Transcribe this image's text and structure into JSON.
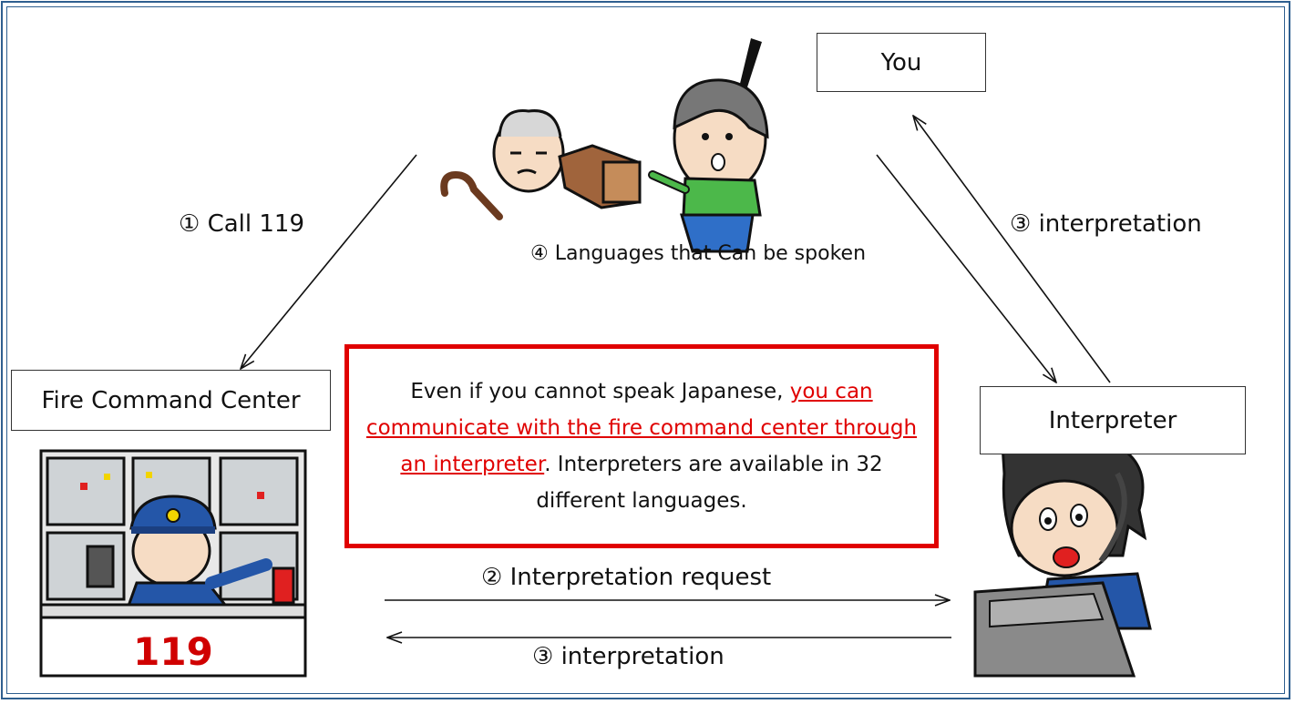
{
  "nodes": {
    "you": "You",
    "fire_center": "Fire Command Center",
    "interpreter": "Interpreter"
  },
  "steps": {
    "call": "① Call 119",
    "interp_to_you": "③ interpretation",
    "languages": "④ Languages that Can be spoken",
    "request": "② Interpretation request",
    "interp_to_center": "③ interpretation"
  },
  "notice": {
    "part1": "Even if you cannot speak Japanese, ",
    "highlight": "you can communicate with the fire command center through an interpreter",
    "part2": ". Interpreters are available in 32 different languages."
  },
  "panel_sign": "119",
  "colors": {
    "frame": "#2f5f8f",
    "notice_border": "#e00000",
    "highlight_text": "#e00000",
    "uniform_blue": "#2456a8",
    "shirt_green": "#4cb84a"
  },
  "icons": [
    "elderly-man-fallen-icon",
    "bystander-icon",
    "exclamation-icon",
    "dispatcher-icon",
    "interpreter-icon"
  ]
}
